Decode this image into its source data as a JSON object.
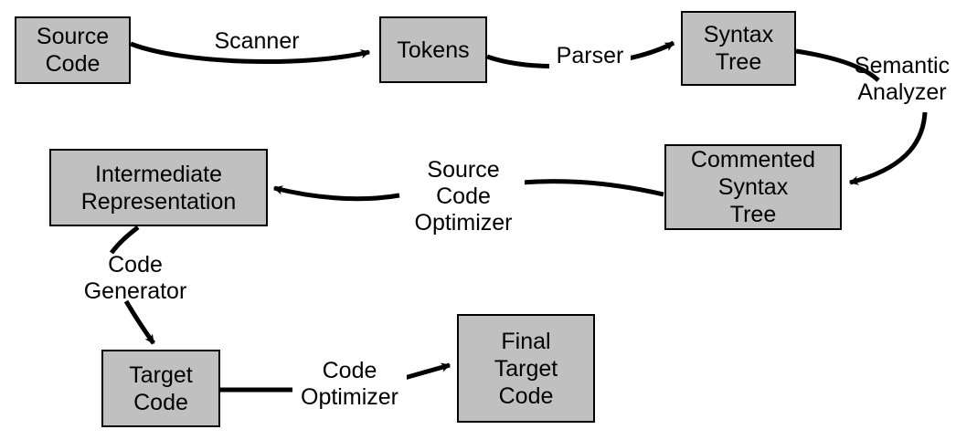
{
  "diagram": {
    "title": "Compiler Phases Pipeline",
    "background_color": "#ffffff",
    "node_fill_color": "#c0c0c0",
    "node_border_color": "#000000",
    "text_color": "#000000",
    "nodes": [
      {
        "id": "source-code",
        "label": "Source\nCode"
      },
      {
        "id": "tokens",
        "label": "Tokens"
      },
      {
        "id": "syntax-tree",
        "label": "Syntax\nTree"
      },
      {
        "id": "commented-syntax-tree",
        "label": "Commented\nSyntax\nTree"
      },
      {
        "id": "intermediate-representation",
        "label": "Intermediate\nRepresentation"
      },
      {
        "id": "target-code",
        "label": "Target\nCode"
      },
      {
        "id": "final-target-code",
        "label": "Final\nTarget\nCode"
      }
    ],
    "edges": [
      {
        "id": "scanner",
        "label": "Scanner",
        "from": "source-code",
        "to": "tokens"
      },
      {
        "id": "parser",
        "label": "Parser",
        "from": "tokens",
        "to": "syntax-tree"
      },
      {
        "id": "semantic-analyzer",
        "label": "Semantic\nAnalyzer",
        "from": "syntax-tree",
        "to": "commented-syntax-tree"
      },
      {
        "id": "source-code-optimizer",
        "label": "Source\nCode\nOptimizer",
        "from": "commented-syntax-tree",
        "to": "intermediate-representation"
      },
      {
        "id": "code-generator",
        "label": "Code\nGenerator",
        "from": "intermediate-representation",
        "to": "target-code"
      },
      {
        "id": "code-optimizer",
        "label": "Code\nOptimizer",
        "from": "target-code",
        "to": "final-target-code"
      }
    ]
  }
}
